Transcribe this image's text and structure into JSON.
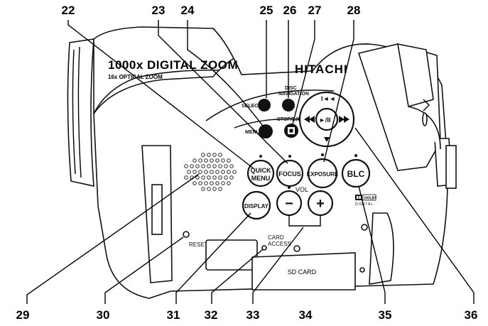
{
  "callouts_top": [
    "22",
    "23",
    "24",
    "25",
    "26",
    "27",
    "28"
  ],
  "callouts_bottom": [
    "29",
    "30",
    "31",
    "32",
    "33",
    "34",
    "35",
    "36"
  ],
  "printed_text": {
    "zoom_digital": "1000x DIGITAL ZOOM",
    "zoom_optical": "16x OPTICAL ZOOM",
    "brand": "HITACHI",
    "select": "SELECT",
    "navigation_1": "DISC",
    "navigation_2": "NAVIGATION",
    "menu": "MENU",
    "stop": "STOP/EJECT",
    "reset": "RESET",
    "card_access_1": "CARD",
    "card_access_2": "ACCESS",
    "sd_card": "SD CARD",
    "vol": "VOL",
    "dolby_1": "DOLBY",
    "dolby_2": "DIGITAL"
  },
  "buttons": {
    "quick_menu_1": "QUICK",
    "quick_menu_2": "MENU",
    "focus": "FOCUS",
    "exposure": "EXPOSURE",
    "blc": "BLC",
    "display": "DISPLAY",
    "vol_minus": "−",
    "vol_plus": "+",
    "play_pause": "►/II",
    "skip_back": "I◄◄",
    "stop_square": "■"
  }
}
